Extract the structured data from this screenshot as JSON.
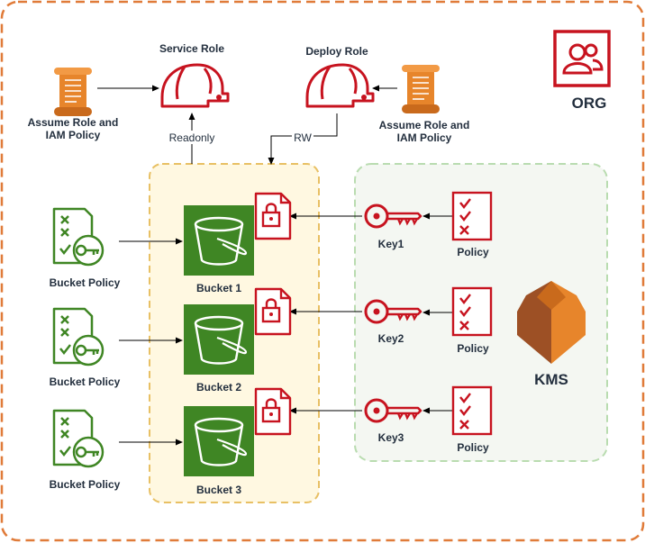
{
  "labels": {
    "service_role": "Service Role",
    "deploy_role": "Deploy Role",
    "assume_left_line1": "Assume Role and",
    "assume_left_line2": "IAM Policy",
    "assume_right_line1": "Assume Role and",
    "assume_right_line2": "IAM Policy",
    "readonly": "Readonly",
    "rw": "RW",
    "org": "ORG",
    "kms": "KMS"
  },
  "buckets": [
    {
      "name": "Bucket 1",
      "policy_label": "Bucket Policy",
      "key": "Key1",
      "key_policy": "Policy"
    },
    {
      "name": "Bucket 2",
      "policy_label": "Bucket Policy",
      "key": "Key2",
      "key_policy": "Policy"
    },
    {
      "name": "Bucket 3",
      "policy_label": "Bucket Policy",
      "key": "Key3",
      "key_policy": "Policy"
    }
  ],
  "colors": {
    "org_border": "#e07b39",
    "bucket_group_fill": "#fff8e1",
    "bucket_group_border": "#e8c064",
    "kms_group_fill": "#f4f7f2",
    "kms_group_border": "#b9dcb0",
    "red_icon": "#c7131f",
    "green_icon": "#3f8624",
    "orange_icon": "#e7852b",
    "s3_fill": "#3f8624"
  }
}
